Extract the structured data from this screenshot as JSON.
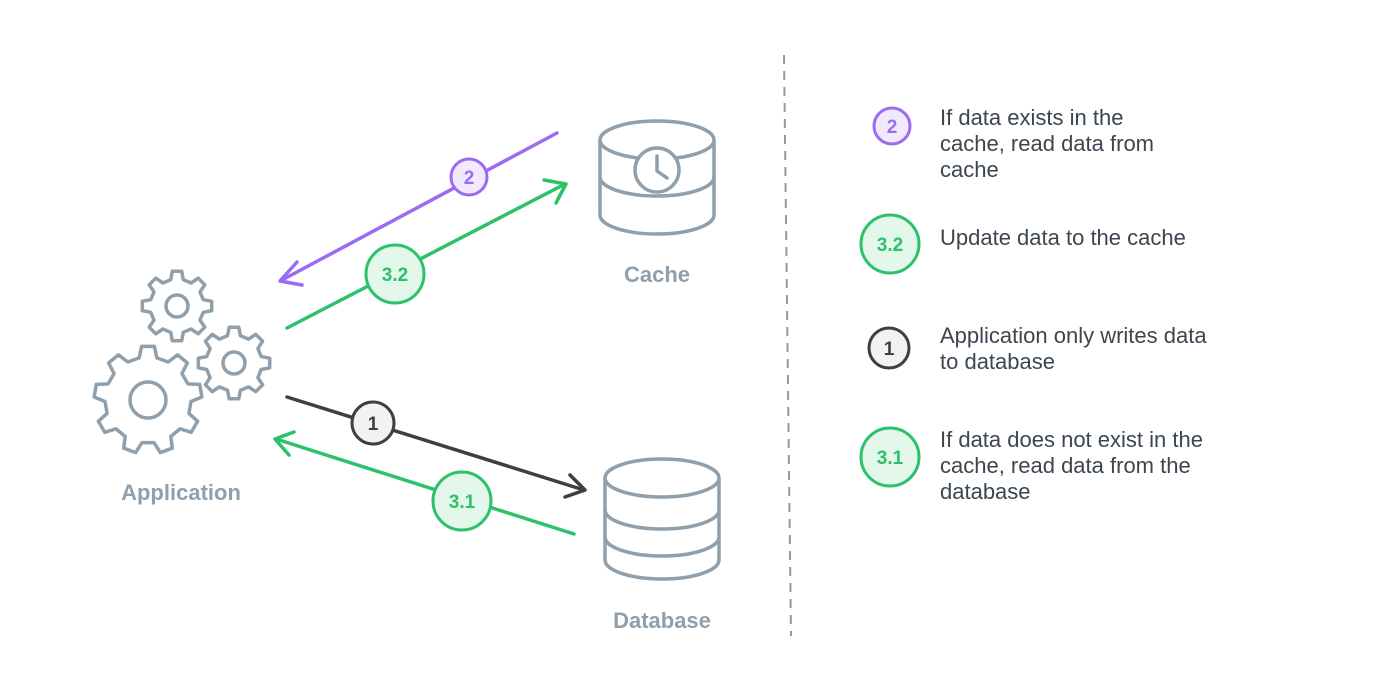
{
  "colors": {
    "icon_stroke": "#8fa0ac",
    "label": "#8fa0ac",
    "purple": "#9b6cf2",
    "purple_fill": "#f1e9fd",
    "green": "#2cc16b",
    "green_fill": "#e3f7ea",
    "dark": "#3f3f3f",
    "dark_fill": "#f2f2f2",
    "divider": "#8a9ba8",
    "legend_text": "#3c4650"
  },
  "nodes": {
    "application": {
      "label": "Application",
      "icon": "gears-icon"
    },
    "cache": {
      "label": "Cache",
      "icon": "database-clock-icon"
    },
    "database": {
      "label": "Database",
      "icon": "database-icon"
    }
  },
  "flows": {
    "read_cache": {
      "step": "2",
      "color": "purple"
    },
    "update_cache": {
      "step": "3.2",
      "color": "green"
    },
    "write_db": {
      "step": "1",
      "color": "dark"
    },
    "read_db": {
      "step": "3.1",
      "color": "green"
    }
  },
  "legend": [
    {
      "step": "2",
      "color": "purple",
      "lines": [
        "If data exists in the",
        "cache, read data from",
        "cache"
      ]
    },
    {
      "step": "3.2",
      "color": "green",
      "lines": [
        "Update data to the cache"
      ]
    },
    {
      "step": "1",
      "color": "dark",
      "lines": [
        "Application only writes data",
        "to database"
      ]
    },
    {
      "step": "3.1",
      "color": "green",
      "lines": [
        "If data does not exist in the",
        "cache, read data from the",
        "database"
      ]
    }
  ]
}
